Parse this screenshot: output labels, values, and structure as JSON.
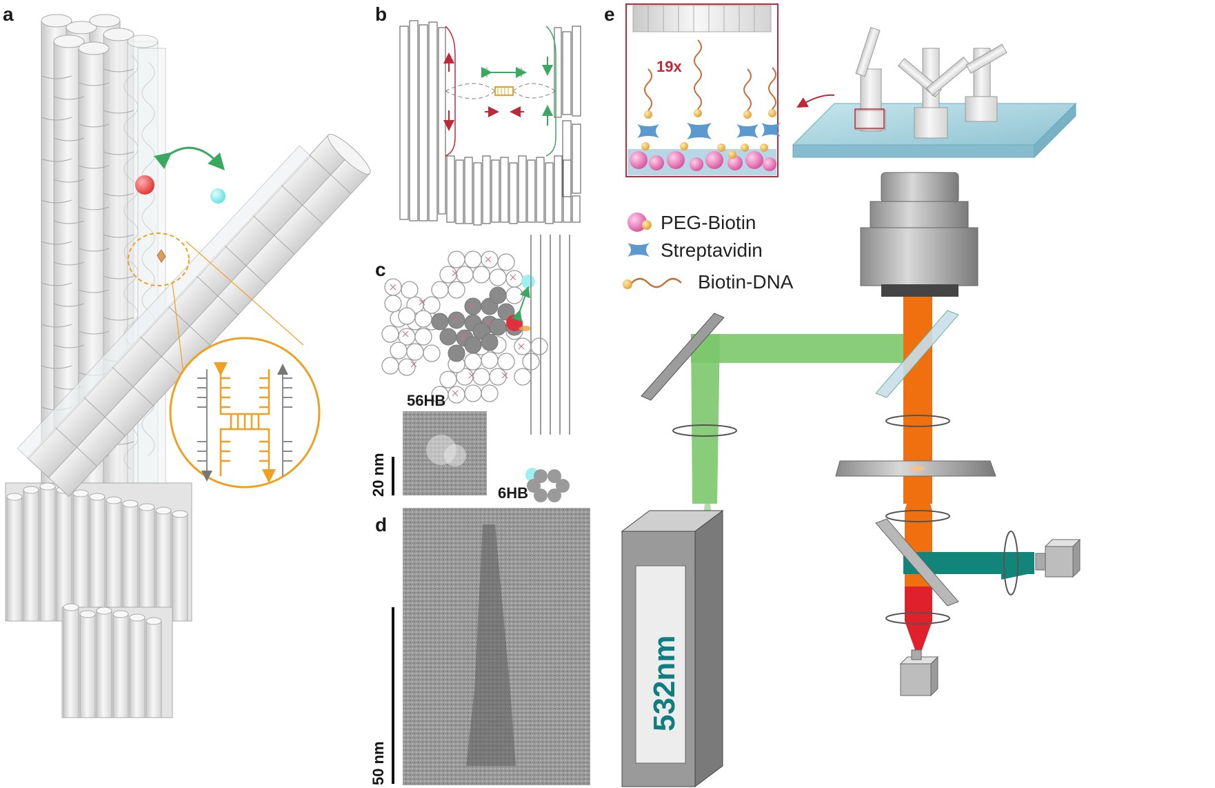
{
  "panels": {
    "a": {
      "label": "a"
    },
    "b": {
      "label": "b"
    },
    "c": {
      "label": "c",
      "structure_large": "56HB",
      "structure_small": "6HB",
      "scale_bar": "20 nm"
    },
    "d": {
      "label": "d",
      "scale_bar": "50 nm"
    },
    "e": {
      "label": "e",
      "inset_count": "19x",
      "legend": [
        {
          "name": "PEG-Biotin",
          "icon": "peg-biotin-icon"
        },
        {
          "name": "Streptavidin",
          "icon": "streptavidin-icon"
        },
        {
          "name": "Biotin-DNA",
          "icon": "biotin-dna-icon"
        }
      ],
      "laser_label": "532nm"
    }
  },
  "colors": {
    "green_beam": "#7cc66a",
    "orange_beam": "#f07010",
    "red_beam": "#e0202a",
    "teal_beam": "#12847a",
    "accent_orange": "#f0a020",
    "pink": "#e070b0",
    "streptavidin": "#5a9ad0",
    "inset_border": "#c0283a"
  }
}
